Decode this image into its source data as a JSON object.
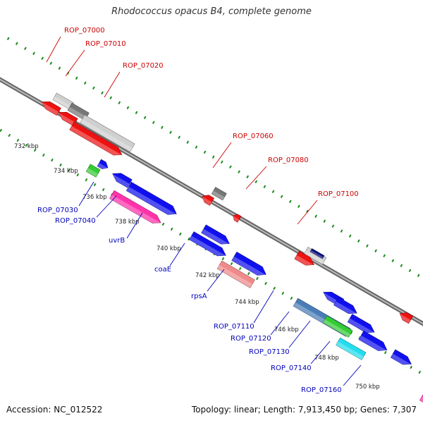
{
  "title": "Rhodococcus opacus B4, complete genome",
  "footer": {
    "accession": "Accession: NC_012522",
    "topology": "Topology: linear; Length: 7,913,450 bp; Genes: 7,307"
  },
  "colors": {
    "backbone": "#888888",
    "tick_green": "#1a8a1a",
    "label_red": "#cc0000",
    "label_blue": "#0000bb",
    "tick_label": "#222222"
  },
  "ticks": [
    {
      "label": "732 kbp"
    },
    {
      "label": "734 kbp"
    },
    {
      "label": "736 kbp"
    },
    {
      "label": "738 kbp"
    },
    {
      "label": "740 kbp"
    },
    {
      "label": "742 kbp"
    },
    {
      "label": "744 kbp"
    },
    {
      "label": "746 kbp"
    },
    {
      "label": "748 kbp"
    },
    {
      "label": "750 kbp"
    }
  ],
  "labels_top": [
    {
      "text": "ROP_07000"
    },
    {
      "text": "ROP_07010"
    },
    {
      "text": "ROP_07020"
    },
    {
      "text": "ROP_07060"
    },
    {
      "text": "ROP_07080"
    },
    {
      "text": "ROP_07100"
    }
  ],
  "labels_bottom": [
    {
      "text": "ROP_07030"
    },
    {
      "text": "ROP_07040"
    },
    {
      "text": "uvrB"
    },
    {
      "text": "coaE"
    },
    {
      "text": "rpsA"
    },
    {
      "text": "ROP_07110"
    },
    {
      "text": "ROP_07120"
    },
    {
      "text": "ROP_07130"
    },
    {
      "text": "ROP_07140"
    },
    {
      "text": "ROP_07160"
    }
  ],
  "features": [
    {
      "name": "gene-edge-blue",
      "color": "#1010ee",
      "dir": "plus"
    },
    {
      "name": "gene-edge-magenta",
      "color": "#ff33aa",
      "dir": "minus"
    },
    {
      "name": "gene-ROP_07000",
      "color": "#cfcfcf",
      "dir": "none"
    },
    {
      "name": "gene-ROP_07000-cds",
      "color": "#ee1111",
      "dir": "minus"
    },
    {
      "name": "gene-ROP_07010",
      "color": "#777777",
      "dir": "none"
    },
    {
      "name": "gene-ROP_07010-cds",
      "color": "#ee1111",
      "dir": "minus"
    },
    {
      "name": "gene-ROP_07020",
      "color": "#cfcfcf",
      "dir": "none"
    },
    {
      "name": "gene-ROP_07020-cds",
      "color": "#ee1111",
      "dir": "plus"
    },
    {
      "name": "gene-ROP_07030-small",
      "color": "#1010ee",
      "dir": "plus"
    },
    {
      "name": "gene-ROP_07030",
      "color": "#33cc33",
      "dir": "none"
    },
    {
      "name": "gene-ROP_07040-a",
      "color": "#1010ee",
      "dir": "minus"
    },
    {
      "name": "gene-ROP_07040-b",
      "color": "#1010ee",
      "dir": "plus"
    },
    {
      "name": "gene-uvrB",
      "color": "#ff33aa",
      "dir": "plus"
    },
    {
      "name": "gene-ROP_07060",
      "color": "#777777",
      "dir": "none"
    },
    {
      "name": "gene-ROP_07060-cds",
      "color": "#ee1111",
      "dir": "minus"
    },
    {
      "name": "gene-small-red",
      "color": "#ee1111",
      "dir": "minus"
    },
    {
      "name": "gene-coaE-a",
      "color": "#1010ee",
      "dir": "plus"
    },
    {
      "name": "gene-coaE-b",
      "color": "#1010ee",
      "dir": "plus"
    },
    {
      "name": "gene-rpsA-a",
      "color": "#1010ee",
      "dir": "plus"
    },
    {
      "name": "gene-rpsA",
      "color": "#f08a8a",
      "dir": "none"
    },
    {
      "name": "gene-ROP_07100-a",
      "color": "#cfcfcf",
      "dir": "none"
    },
    {
      "name": "gene-ROP_07100-b",
      "color": "#0a0a80",
      "dir": "none"
    },
    {
      "name": "gene-ROP_07100-cds",
      "color": "#ee1111",
      "dir": "plus"
    },
    {
      "name": "gene-ROP_07110-a",
      "color": "#1010ee",
      "dir": "minus"
    },
    {
      "name": "gene-ROP_07110-b",
      "color": "#1010ee",
      "dir": "plus"
    },
    {
      "name": "gene-ROP_07110",
      "color": "#4a7db8",
      "dir": "none"
    },
    {
      "name": "gene-ROP_07120-a",
      "color": "#1010ee",
      "dir": "plus"
    },
    {
      "name": "gene-ROP_07130",
      "color": "#33cc33",
      "dir": "none"
    },
    {
      "name": "gene-ROP_07140-a",
      "color": "#1010ee",
      "dir": "plus"
    },
    {
      "name": "gene-ROP_07140",
      "color": "#22ddee",
      "dir": "none"
    },
    {
      "name": "gene-ROP_07160-a",
      "color": "#ee1111",
      "dir": "minus"
    },
    {
      "name": "gene-ROP_07160-b",
      "color": "#1010ee",
      "dir": "plus"
    },
    {
      "name": "gene-right-orange",
      "color": "#ff9900",
      "dir": "plus"
    },
    {
      "name": "gene-right-red",
      "color": "#ee1111",
      "dir": "plus"
    },
    {
      "name": "gene-right-magenta",
      "color": "#ff33aa",
      "dir": "plus"
    },
    {
      "name": "gene-right-blue",
      "color": "#1010ee",
      "dir": "minus"
    },
    {
      "name": "gene-right-edge-red",
      "color": "#ee1111",
      "dir": "plus"
    }
  ]
}
